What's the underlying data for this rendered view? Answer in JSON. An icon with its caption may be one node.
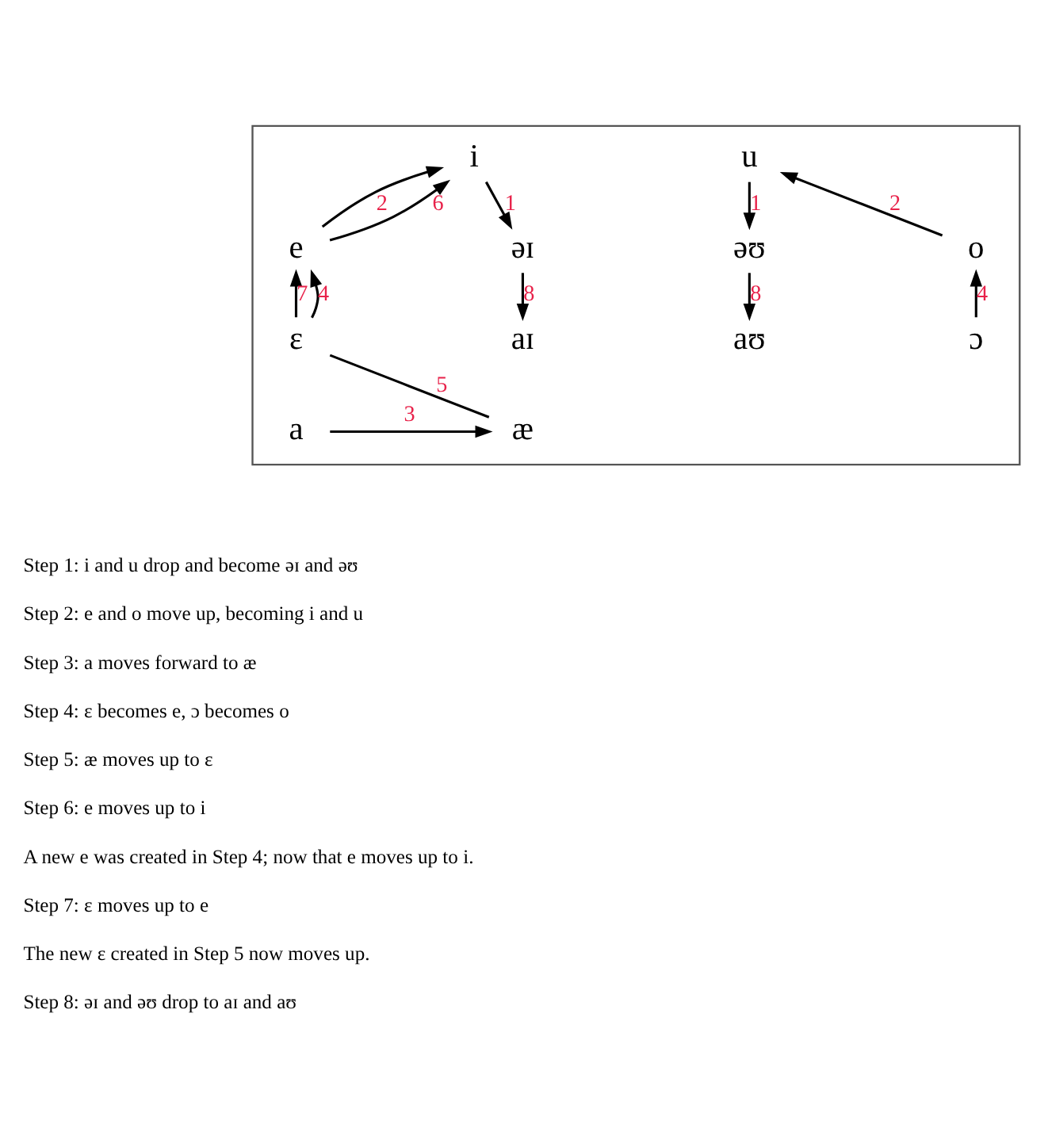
{
  "diagram": {
    "nodes": [
      {
        "text": [],
        "shape": "box"
      },
      {
        "text": [
          "i"
        ],
        "in": 0
      },
      {
        "text": [
          "u"
        ],
        "in": 0
      },
      {
        "text": [
          "e"
        ],
        "in": 0
      },
      {
        "text": [
          "əɪ"
        ],
        "in": 0
      },
      {
        "text": [
          "əʊ"
        ],
        "in": 0
      },
      {
        "text": [
          "o"
        ],
        "in": 0
      },
      {
        "text": [
          "ɛ"
        ],
        "in": 0
      },
      {
        "text": [
          "aɪ"
        ],
        "in": 0
      },
      {
        "text": [
          "aʊ"
        ],
        "in": 0
      },
      {
        "text": [
          "ɔ"
        ],
        "in": 0
      },
      {
        "text": [
          "æ"
        ],
        "in": 0
      },
      {
        "text": [
          "a"
        ],
        "in": 0
      }
    ],
    "edges": [
      {
        "from": 1,
        "to": 4,
        "arrow": "to",
        "label": "1"
      },
      {
        "from": 2,
        "to": 5,
        "arrow": "to",
        "label": "1"
      },
      {
        "from": 3,
        "to": 1,
        "arrow": "to",
        "label": "2"
      },
      {
        "from": 6,
        "to": 2,
        "arrow": "to",
        "label": "2"
      },
      {
        "from": 12,
        "to": 11,
        "arrow": "to",
        "label": "3"
      },
      {
        "from": 7,
        "to": 3,
        "arrow": "to",
        "label": "4"
      },
      {
        "from": 10,
        "to": 6,
        "arrow": "to",
        "label": "4"
      },
      {
        "from": 11,
        "to": 7,
        "arrow": "none",
        "label": "5"
      },
      {
        "from": 3,
        "to": 1,
        "arrow": "to",
        "label": "6"
      },
      {
        "from": 7,
        "to": 3,
        "arrow": "to",
        "label": "7"
      },
      {
        "from": 4,
        "to": 8,
        "arrow": "to",
        "label": "8"
      },
      {
        "from": 5,
        "to": 9,
        "arrow": "to",
        "label": "8"
      }
    ],
    "labels": [
      "Step 1: i and u drop and become əɪ and əʊ",
      "Step 2: e and o move up, becoming i and u",
      "Step 3: a moves forward to æ",
      "Step 4: ɛ becomes e, ɔ becomes o",
      "Step 5: æ moves up to ɛ",
      "Step 6: e moves up to i",
      "A new e was created in Step 4; now that e moves up to i.",
      "Step 7: ɛ moves up to e",
      "The new ɛ created in Step 5 now moves up.",
      "Step 8: əɪ and əʊ drop to aɪ and aʊ"
    ]
  }
}
